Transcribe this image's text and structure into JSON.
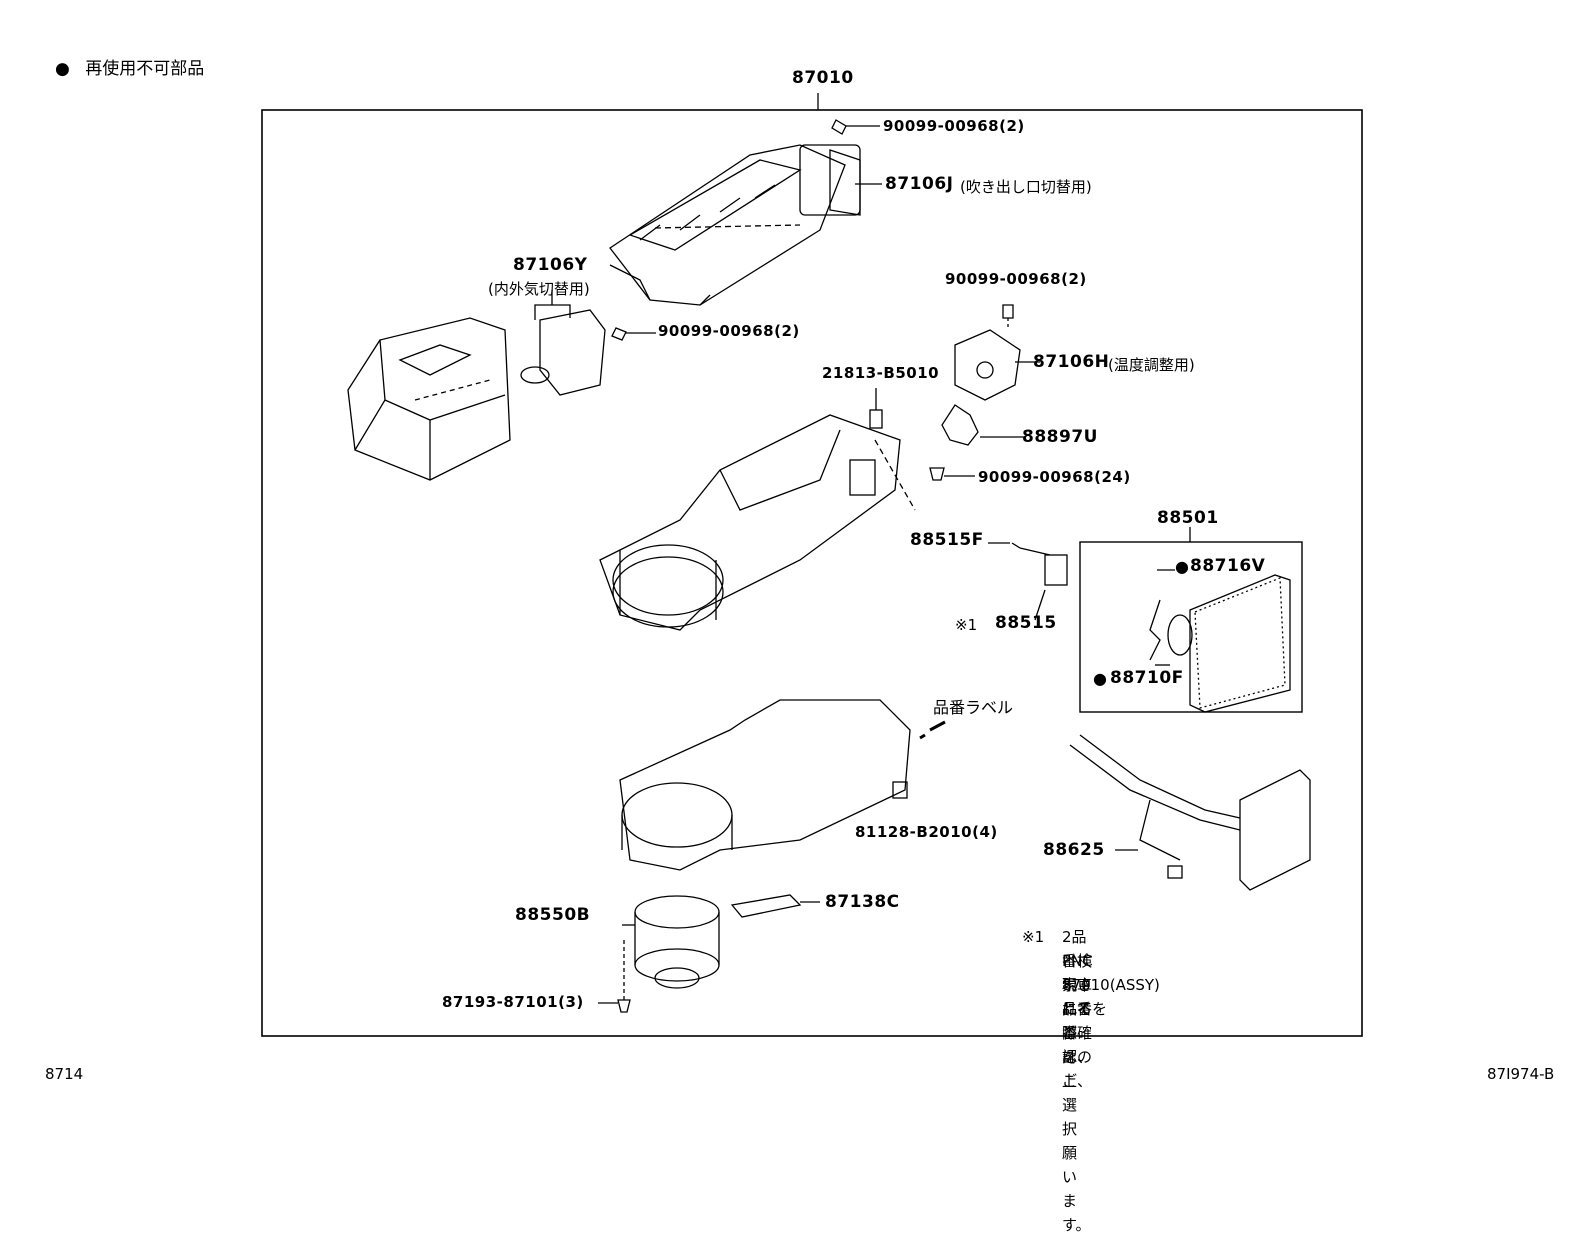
{
  "legend": {
    "bullet": "●",
    "text": "再使用不可部品"
  },
  "main_part": "87010",
  "parts": {
    "screw_top": "90099-00968(2)",
    "servo_j": "87106J",
    "servo_j_note": "(吹き出し口切替用)",
    "servo_y": "87106Y",
    "servo_y_note": "(内外気切替用)",
    "screw_y": "90099-00968(2)",
    "screw_h": "90099-00968(2)",
    "servo_h": "87106H",
    "servo_h_note": "(温度調整用)",
    "clip_21813": "21813-B5010",
    "sensor_u": "88897U",
    "screw_24": "90099-00968(24)",
    "valve_screw": "88515F",
    "evap": "88501",
    "ring_v": "88716V",
    "ring_f": "88710F",
    "valve": "88515",
    "valve_mark": "※1",
    "label_tag": "品番ラベル",
    "clip_81128": "81128-B2010(4)",
    "heater": "88625",
    "blower": "88550B",
    "resistor": "87138C",
    "screw_blower": "87193-87101(3)"
  },
  "footnote": {
    "mark": "※1",
    "lines": [
      "2品番検索される際は、",
      "PNC 87010(ASSY)品番を",
      "現車にてご確認の上、",
      "品番をご選択願います。"
    ]
  },
  "footer": {
    "left": "8714",
    "right": "87I974-B"
  }
}
